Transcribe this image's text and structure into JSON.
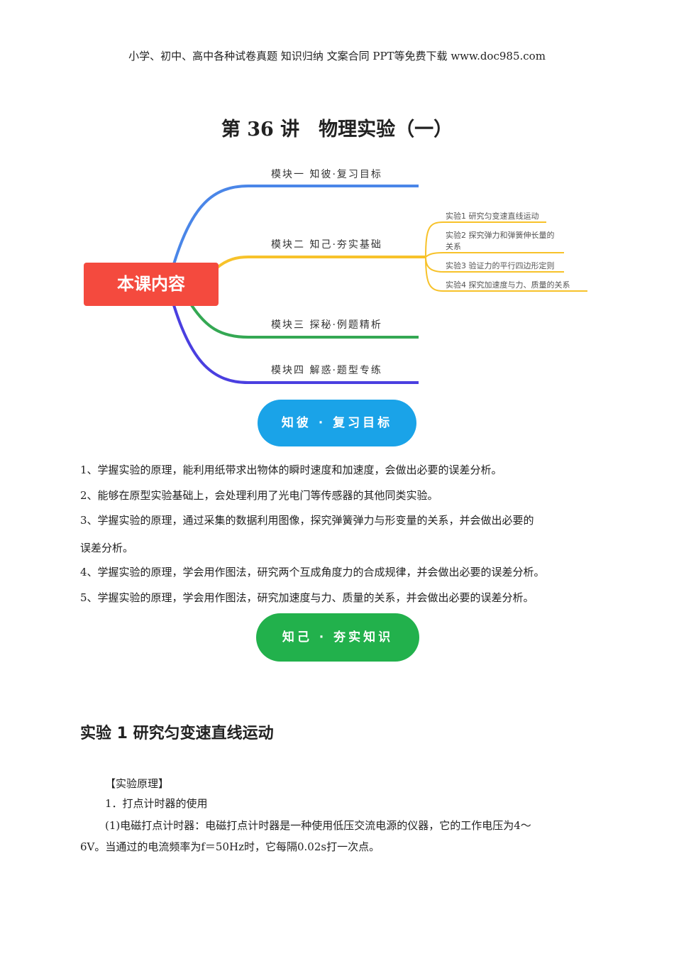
{
  "header": "小学、初中、高中各种试卷真题  知识归纳  文案合同  PPT等免费下载      www.doc985.com",
  "title": "第 36 讲　物理实验（一）",
  "mindmap": {
    "root": "本课内容",
    "branches": [
      "模块一  知彼·复习目标",
      "模块二  知己·夯实基础",
      "模块三  探秘·例题精析",
      "模块四  解惑·题型专练"
    ],
    "sub": [
      "实验1 研究匀变速直线运动",
      "实验2 探究弹力和弹簧伸长量的",
      "关系",
      "实验3 验证力的平行四边形定则",
      "实验4 探究加速度与力、质量的关系"
    ],
    "colors": {
      "blue": "#4a86e8",
      "yellow": "#f7c22a",
      "green": "#34a853",
      "indigo": "#4a3fe0"
    }
  },
  "badge1": "知彼 · 复习目标",
  "goals": [
    "1、学握实验的原理，能利用纸带求出物体的瞬时速度和加速度，会做出必要的误差分析。",
    "2、能够在原型实验基础上，会处理利用了光电门等传感器的其他同类实验。",
    "3、学握实验的原理，通过采集的数据利用图像，探究弹簧弹力与形变量的关系，并会做出必要的",
    "误差分析。",
    "4、学握实验的原理，学会用作图法，研究两个互成角度力的合成规律，并会做出必要的误差分析。",
    "5、学握实验的原理，学会用作图法，研究加速度与力、质量的关系，并会做出必要的误差分析。"
  ],
  "badge2": "知己 · 夯实知识",
  "section_title": "实验 1 研究匀变速直线运动",
  "body": [
    "【实验原理】",
    "1．打点计时器的使用",
    "(1)电磁打点计时器：电磁打点计时器是一种使用低压交流电源的仪器，它的工作电压为4～",
    "6V。当通过的电流频率为f＝50Hz时，它每隔0.02s打一次点。"
  ]
}
